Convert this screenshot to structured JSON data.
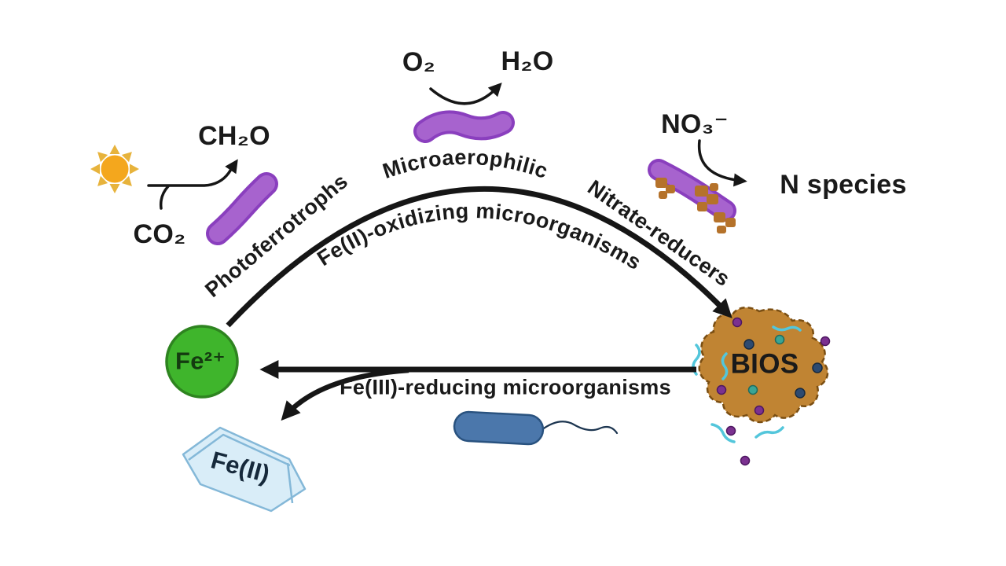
{
  "cycle": {
    "oxidizing_label": "Fe(II)-oxidizing microorganisms",
    "reducing_label": "Fe(III)-reducing microorganisms"
  },
  "nodes": {
    "ferrous_iron_label": "Fe²⁺",
    "bios_label": "BIOS",
    "ferrous_mineral_label": "Fe(II)"
  },
  "oxidizers": {
    "photoferrotrophs": {
      "label": "Photoferrotrophs",
      "substrate": "CO₂",
      "product": "CH₂O"
    },
    "microaerophilic": {
      "label": "Microaerophilic",
      "substrate": "O₂",
      "product": "H₂O"
    },
    "nitrate_reducers": {
      "label": "Nitrate-reducers",
      "substrate": "NO₃⁻",
      "product": "N species"
    }
  },
  "icons": {
    "sun": "sun-icon",
    "purple_rod": "bacterium-rod-icon",
    "encrusted_rod": "encrusted-bacterium-icon",
    "bios_aggregate": "bios-aggregate-icon",
    "ferrous_sphere": "ferrous-iron-sphere-icon",
    "ferrous_crystal": "ferrous-mineral-crystal-icon",
    "flagellated_rod": "flagellated-bacterium-icon"
  },
  "colors": {
    "arrow": "#161616",
    "bacteria_purple_fill": "#A763CE",
    "bacteria_purple_stroke": "#8A3FBE",
    "bacteria_blue_fill": "#4B77AB",
    "bacteria_blue_stroke": "#29527F",
    "fe2_circle_fill": "#3FB52C",
    "fe2_circle_stroke": "#2E8420",
    "bios_fill": "#C08433",
    "bios_stroke": "#7A4E12",
    "crystal_fill": "#D9EDF8",
    "crystal_stroke": "#84B8D8",
    "sun_core": "#F4A71D",
    "sun_rays": "#E7B33C",
    "crust_brown": "#B5722A",
    "squiggle_teal": "#53C6DB",
    "dot_purple": "#7B3190",
    "dot_navy": "#2D4A70",
    "dot_teal": "#3AA594"
  }
}
